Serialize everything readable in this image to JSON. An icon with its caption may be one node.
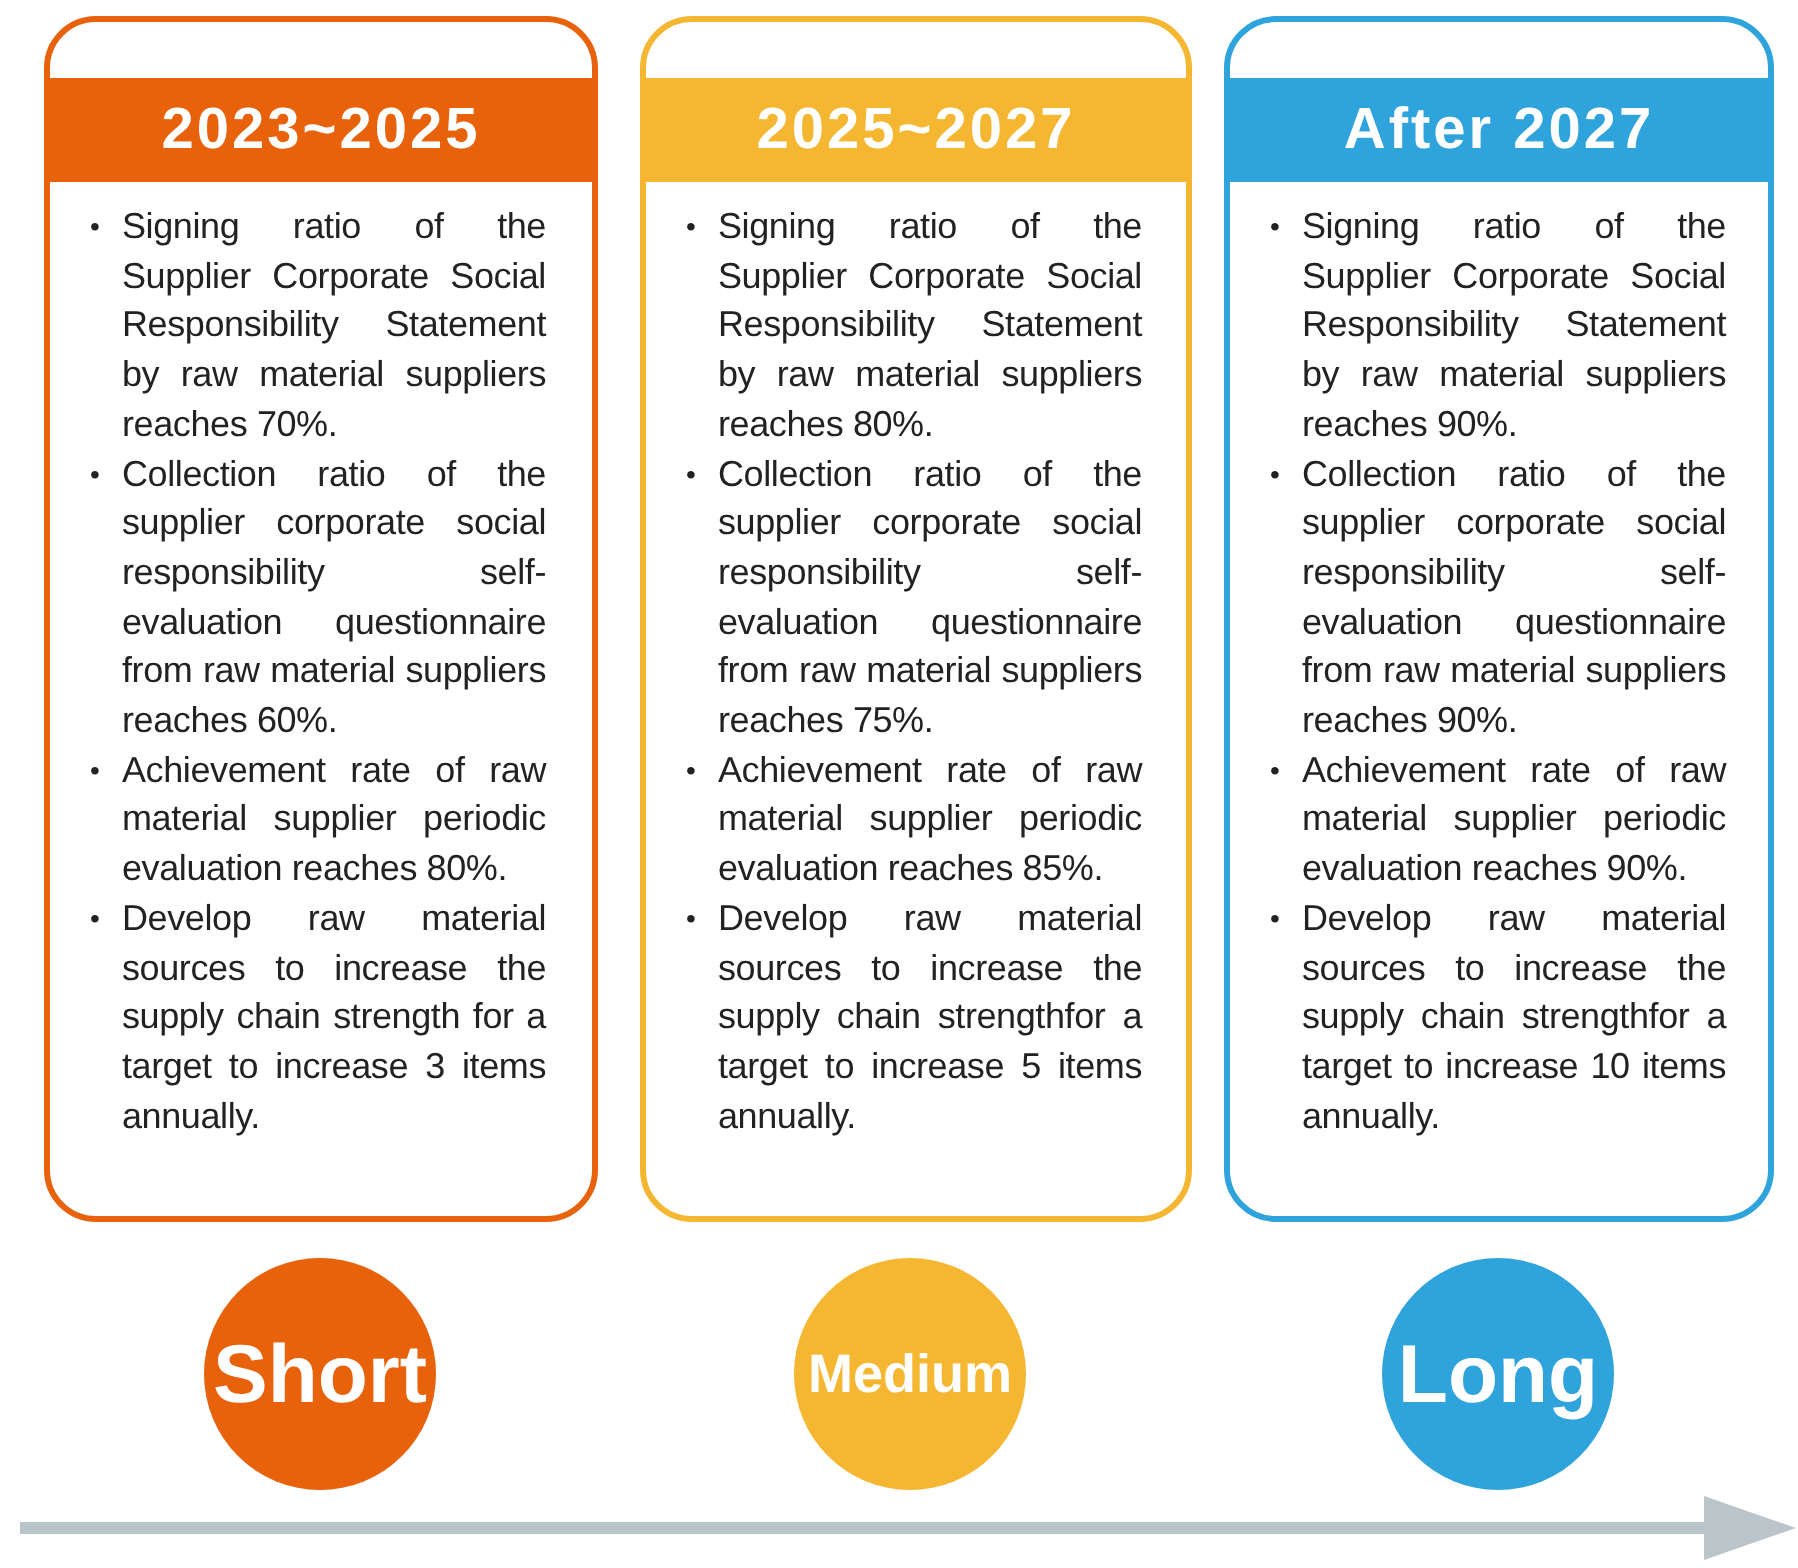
{
  "diagram": {
    "nodes": [
      {
        "text": [
          "2023~2025",
          "Signing ratio of the Supplier Corporate Social Responsibility Statement by raw material suppliers reaches 70%.",
          "Collection ratio of the supplier corporate social responsibility self-evaluation questionnaire from raw material suppliers reaches 60%.",
          "Achievement rate of raw material supplier periodic evaluation reaches 80%.",
          "Develop raw material sources to increase the supply chain strength for a target to increase 3 items annually."
        ]
      },
      {
        "text": [
          "2025~2027",
          "Signing ratio of the Supplier Corporate Social Responsibility Statement by raw material suppliers reaches 80%.",
          "Collection ratio of the supplier corporate social responsibility self-evaluation questionnaire from raw material suppliers reaches 75%.",
          "Achievement rate of raw material supplier periodic evaluation reaches 85%.",
          "Develop raw material sources to increase the supply chain strengthfor a target to increase 5 items annually."
        ]
      },
      {
        "text": [
          "After 2027",
          "Signing ratio of the Supplier Corporate Social Responsibility Statement by raw material suppliers reaches 90%.",
          "Collection ratio of the supplier corporate social responsibility self-evaluation questionnaire from raw material suppliers reaches 90%.",
          "Achievement rate of raw material supplier periodic evaluation reaches 90%.",
          "Develop raw material sources to increase the supply chain strengthfor a target to increase 10 items annually."
        ]
      },
      {
        "text": [
          "Short"
        ]
      },
      {
        "text": [
          "Medium"
        ]
      },
      {
        "text": [
          "Long"
        ]
      }
    ],
    "edges": [],
    "labels": [
      "•",
      "•",
      "•",
      "•",
      "•",
      "•",
      "•",
      "•",
      "•",
      "•",
      "•",
      "•"
    ]
  }
}
